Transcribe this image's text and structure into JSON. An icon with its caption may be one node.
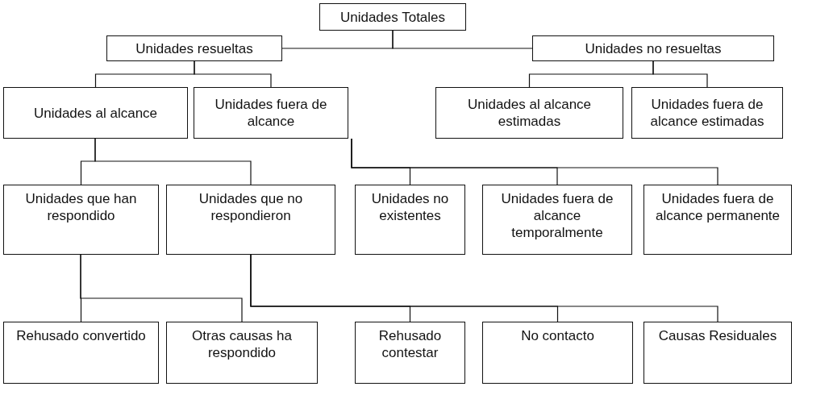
{
  "diagram": {
    "nodes": [
      {
        "text": [
          "Unidades Totales"
        ]
      },
      {
        "text": [
          "Unidades resueltas"
        ]
      },
      {
        "text": [
          "Unidades no resueltas"
        ]
      },
      {
        "text": [
          "Unidades al alcance"
        ]
      },
      {
        "text": [
          "Unidades fuera de alcance"
        ]
      },
      {
        "text": [
          "Unidades al alcance estimadas"
        ]
      },
      {
        "text": [
          "Unidades fuera de alcance estimadas"
        ]
      },
      {
        "text": [
          "Unidades que han respondido"
        ]
      },
      {
        "text": [
          "Unidades que no respondieron"
        ]
      },
      {
        "text": [
          "Unidades no existentes"
        ]
      },
      {
        "text": [
          "Unidades fuera de alcance temporalmente"
        ]
      },
      {
        "text": [
          "Unidades fuera de alcance permanente"
        ]
      },
      {
        "text": [
          "Rehusado convertido"
        ]
      },
      {
        "text": [
          "Otras causas ha respondido"
        ]
      },
      {
        "text": [
          "Rehusado contestar"
        ]
      },
      {
        "text": [
          "No contacto"
        ]
      },
      {
        "text": [
          "Causas Residuales"
        ]
      }
    ],
    "edges": [
      {
        "from": 0,
        "to": 1,
        "arrow": "none"
      },
      {
        "from": 0,
        "to": 2,
        "arrow": "none"
      },
      {
        "from": 1,
        "to": 3,
        "arrow": "none"
      },
      {
        "from": 1,
        "to": 4,
        "arrow": "none"
      },
      {
        "from": 2,
        "to": 5,
        "arrow": "none"
      },
      {
        "from": 2,
        "to": 6,
        "arrow": "none"
      },
      {
        "from": 3,
        "to": 7,
        "arrow": "none"
      },
      {
        "from": 3,
        "to": 8,
        "arrow": "none"
      },
      {
        "from": 4,
        "to": 9,
        "arrow": "none"
      },
      {
        "from": 4,
        "to": 10,
        "arrow": "none"
      },
      {
        "from": 4,
        "to": 11,
        "arrow": "none"
      },
      {
        "from": 7,
        "to": 12,
        "arrow": "none"
      },
      {
        "from": 7,
        "to": 13,
        "arrow": "none"
      },
      {
        "from": 8,
        "to": 14,
        "arrow": "none"
      },
      {
        "from": 8,
        "to": 15,
        "arrow": "none"
      },
      {
        "from": 8,
        "to": 16,
        "arrow": "none"
      }
    ]
  }
}
